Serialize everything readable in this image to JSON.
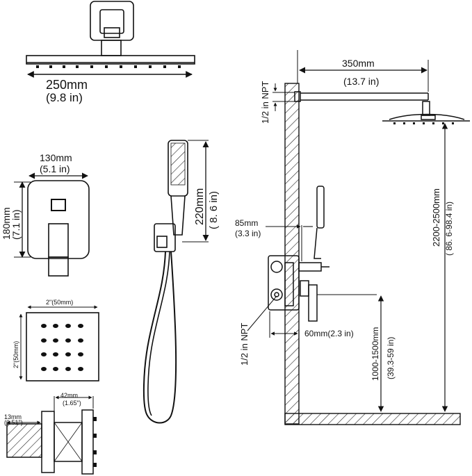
{
  "shower_head": {
    "width_mm": "250mm",
    "width_in": "(9.8  in)"
  },
  "arm": {
    "length_mm": "350mm",
    "length_in": "(13.7 in)",
    "thread": "1/2 in NPT"
  },
  "valve_plate": {
    "width_mm": "130mm",
    "width_in": "(5.1 in)",
    "height_mm": "180mm",
    "height_in": "(7.1 in)"
  },
  "hand_shower": {
    "length_mm": "220mm",
    "length_in": "( 8. 6  in)"
  },
  "install_height": {
    "head_mm": "2200-2500mm",
    "head_in": "( 86. 6-98.4  in)",
    "valve_mm": "1000-1500mm",
    "valve_in": "(39.3-59  in)"
  },
  "valve_depth": {
    "mm": "85mm",
    "in": "(3.3 in)"
  },
  "valve_body": {
    "thread": "1/2 in NPT",
    "depth": "60mm(2.3 in)"
  },
  "body_jet": {
    "width": "2\"(50mm)",
    "height": "2\"(50mm)",
    "length_mm": "42mm",
    "length_in": "(1.65\")",
    "thread_mm": "13mm",
    "thread_in": "(0.51\")"
  },
  "colors": {
    "line": "#111111",
    "hatch": "#222222"
  }
}
